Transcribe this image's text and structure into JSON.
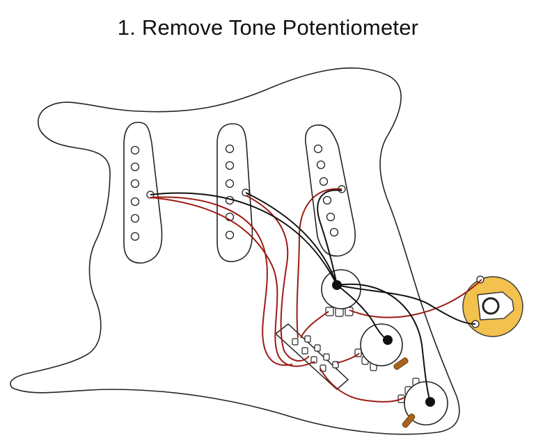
{
  "title": "1. Remove Tone Potentiometer",
  "colors": {
    "background": "#ffffff",
    "outline": "#222222",
    "wire_hot": "#9b1c14",
    "wire_ground": "#111111",
    "jack_fill": "#f2c14e",
    "capacitor": "#a8641e"
  },
  "components": {
    "pickguard": "pickguard",
    "pickups": [
      "neck-pickup",
      "middle-pickup",
      "bridge-pickup"
    ],
    "switch": "five-way-switch",
    "pots": [
      "volume-pot",
      "tone-pot-1",
      "tone-pot-2"
    ],
    "jack": "output-jack",
    "capacitors": [
      "tone-capacitor-1",
      "tone-capacitor-2"
    ]
  }
}
